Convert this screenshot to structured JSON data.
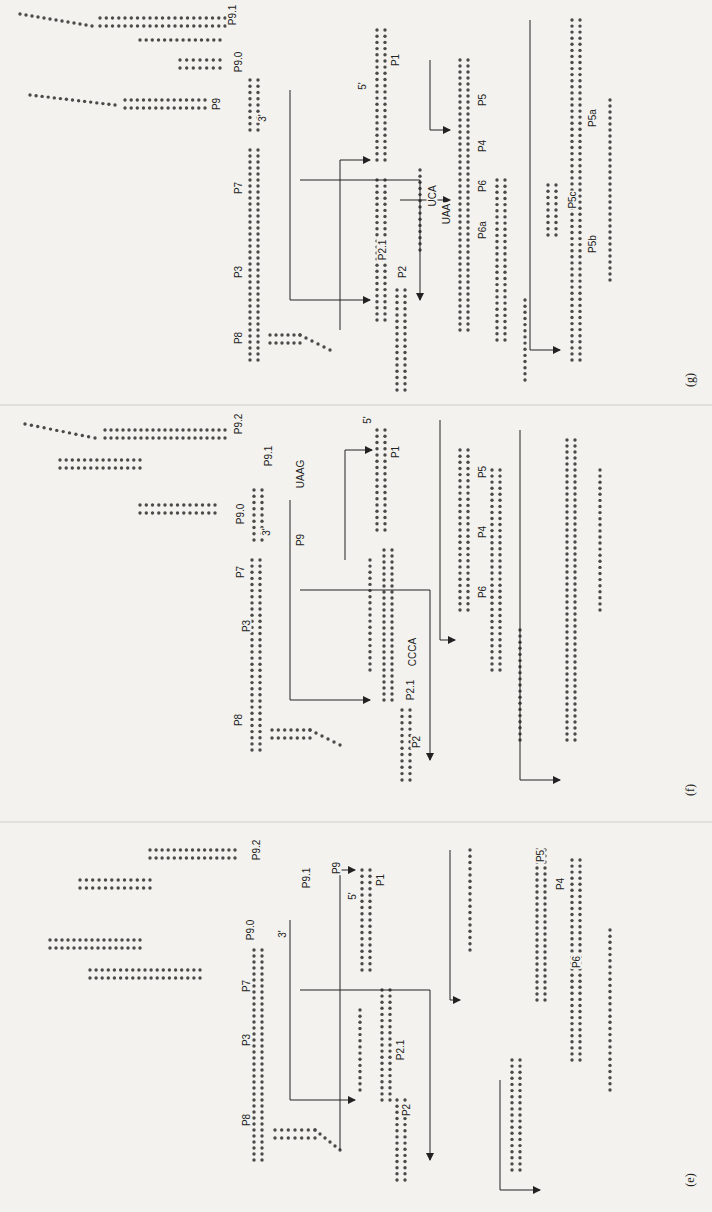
{
  "diagram": {
    "labels": [
      "P9.1",
      "P9.0",
      "P9",
      "3'",
      "P7",
      "P3",
      "P8",
      "P1",
      "5'",
      "P2.1",
      "P2",
      "P5",
      "P4",
      "P6",
      "P6a",
      "UCA",
      "UAA",
      "P5a",
      "P5c",
      "P5b",
      "(g)",
      "P9.2",
      "P9.1",
      "UAAG",
      "P9.0",
      "3'",
      "P9",
      "P7",
      "P3",
      "P8",
      "P1",
      "5'",
      "CCCA",
      "P2.1",
      "P2",
      "P5",
      "P4",
      "P6",
      "(f)",
      "P9.2",
      "P9.1",
      "P9",
      "P9.0",
      "3'",
      "P7",
      "P3",
      "P8",
      "P1",
      "5'",
      "P2.1",
      "P2",
      "P5",
      "P4",
      "P6",
      "(e)"
    ]
  }
}
